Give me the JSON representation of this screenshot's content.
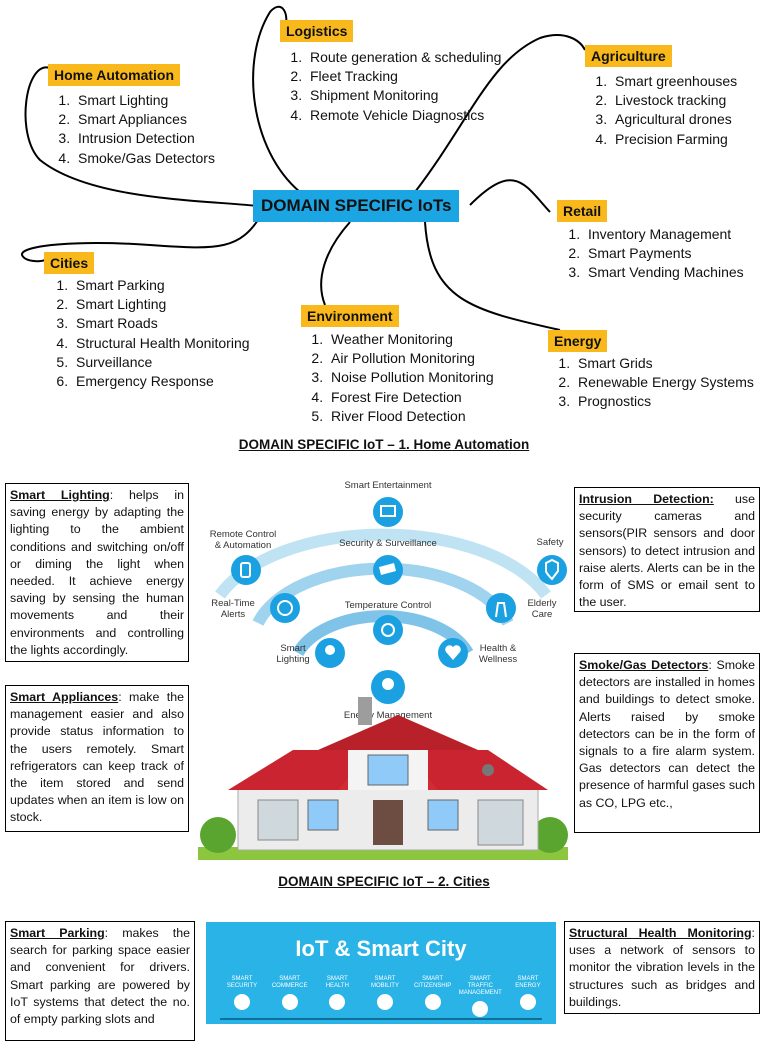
{
  "mindmap": {
    "center": "DOMAIN SPECIFIC IoTs",
    "home_automation": {
      "title": "Home Automation",
      "items": [
        "Smart Lighting",
        "Smart Appliances",
        "Intrusion Detection",
        "Smoke/Gas Detectors"
      ]
    },
    "logistics": {
      "title": "Logistics",
      "items": [
        "Route generation & scheduling",
        "Fleet Tracking",
        "Shipment Monitoring",
        "Remote Vehicle Diagnostics"
      ]
    },
    "agriculture": {
      "title": "Agriculture",
      "items": [
        "Smart greenhouses",
        "Livestock tracking",
        "Agricultural drones",
        "Precision Farming"
      ]
    },
    "retail": {
      "title": "Retail",
      "items": [
        "Inventory Management",
        "Smart Payments",
        "Smart Vending Machines"
      ]
    },
    "cities": {
      "title": "Cities",
      "items": [
        "Smart Parking",
        "Smart Lighting",
        "Smart Roads",
        "Structural Health Monitoring",
        "Surveillance",
        "Emergency Response"
      ]
    },
    "environment": {
      "title": "Environment",
      "items": [
        "Weather Monitoring",
        "Air Pollution Monitoring",
        "Noise Pollution Monitoring",
        "Forest Fire Detection",
        "River Flood Detection"
      ]
    },
    "energy": {
      "title": "Energy",
      "items": [
        "Smart Grids",
        "Renewable Energy Systems",
        "Prognostics"
      ]
    }
  },
  "section1": {
    "title": "DOMAIN SPECIFIC IoT – 1. Home Automation",
    "smart_lighting": {
      "heading": "Smart Lighting",
      "text": ": helps in saving energy by adapting the lighting to the ambient conditions and switching on/off or diming the light when needed. It achieve energy saving by sensing the human movements and their environments and controlling the lights accordingly."
    },
    "smart_appliances": {
      "heading": "Smart Appliances",
      "text": ": make the management easier and also provide status information to the users remotely. Smart refrigerators can keep track of the item stored and send updates when an item is low on stock."
    },
    "intrusion": {
      "heading": "Intrusion Detection:",
      "text": " use security cameras and sensors(PIR sensors and door sensors) to detect intrusion and raise alerts. Alerts can be in the form of SMS or email sent to the user."
    },
    "smoke": {
      "heading": "Smoke/Gas Detectors",
      "text": ": Smoke detectors are installed in homes and buildings to detect smoke. Alerts raised by smoke detectors can be in the form of signals to a fire alarm system. Gas detectors can detect the presence of harmful gases such as CO, LPG etc.,"
    },
    "infographic": {
      "smart_entertainment": "Smart Entertainment",
      "remote_control_1": "Remote Control",
      "remote_control_2": "& Automation",
      "security": "Security & Surveillance",
      "safety": "Safety",
      "alerts_1": "Real-Time",
      "alerts_2": "Alerts",
      "temperature": "Temperature Control",
      "elderly_1": "Elderly",
      "elderly_2": "Care",
      "lighting_1": "Smart",
      "lighting_2": "Lighting",
      "health_1": "Health &",
      "health_2": "Wellness",
      "energy": "Energy Management"
    }
  },
  "section2": {
    "title": "DOMAIN SPECIFIC IoT – 2. Cities",
    "smart_parking": {
      "heading": "Smart Parking",
      "text": ": makes the search for parking space easier and convenient for drivers. Smart parking are powered by IoT systems that detect the no. of empty parking slots and"
    },
    "structural": {
      "heading": "Structural Health Monitoring",
      "text": ": uses a network of sensors to monitor the vibration levels in the structures such as bridges and buildings."
    },
    "banner": {
      "title": "IoT & Smart City",
      "cats": [
        "SMART SECURITY",
        "SMART COMMERCE",
        "SMART HEALTH",
        "SMART MOBILITY",
        "SMART CITIZENSHIP",
        "SMART TRAFFIC MANAGEMENT",
        "SMART ENERGY"
      ]
    }
  },
  "colors": {
    "tag": "#f9b91c",
    "center": "#1ba6e3",
    "banner": "#2ab3e6"
  }
}
